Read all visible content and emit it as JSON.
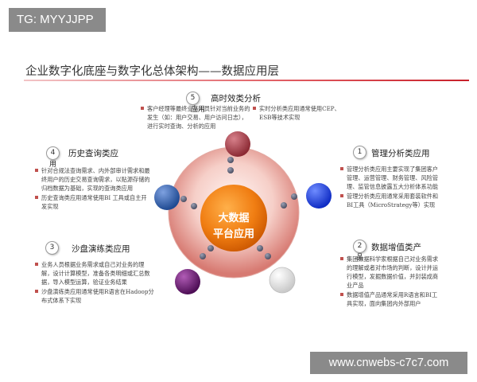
{
  "tag": "TG: MYYJJPP",
  "watermark": "www.cnwebs-c7c7.com",
  "title": "企业数字化底座与数字化总体架构——数据应用层",
  "center": {
    "line1": "大数据",
    "line2": "平台应用"
  },
  "sections": {
    "realtime": {
      "num": "5",
      "title": "高时效类分析",
      "extra": "应用",
      "left": [
        "客户经理等最终业务人员针对当前业务的发生（如：用户交易、用户访问日志），进行实时查询、分析的应用"
      ],
      "right": [
        "实时分析类应用通常使用CEP、ESB等技术实现"
      ]
    },
    "history": {
      "num": "4",
      "title": "历史查询类应",
      "extra": "用",
      "items": [
        "针对合规法查询需求、内外部审计需求和最终用户的历史交易查询需求，以贴源存储的归档数据为基础，实现的查询类应用",
        "历史查询类应用通常使用BI 工具或自主开发实现"
      ]
    },
    "management": {
      "num": "1",
      "title": "管理分析类应用",
      "items": [
        "管理分析类应用主要实现了集团客户管理、运营管理、财务管理、风险管理、监管信息披露五大分析体系功能",
        "管理分析类应用通常采用套装软件和BI工具（MicroStrategy等）实现"
      ]
    },
    "sandbox": {
      "num": "3",
      "title": "沙盘演练类应用",
      "items": [
        "业务人员根据业务需求或自己对业务的理解，设计计算模型，准备各类明细或汇总数据，导入模型运算，验证业务结果",
        "沙盘演练类应用通常使用R语言在Hadoop分布式体系下实现"
      ]
    },
    "valueadded": {
      "num": "2",
      "title": "数据增值类产",
      "extra": "品",
      "items": [
        "集团数据科学家根据自己对业务需求的理解或者对市场的判断，设计并运行模型，发掘数据价值，并封装成商业产品",
        "数据增值产品通常采用R语言和BI工具实现，面向集团内外部用户"
      ]
    }
  },
  "colors": {
    "accent_red": "#c0504d",
    "center_orange": "#e66a00",
    "node_dark_red": "#a83a42",
    "node_blue": "#2f5fa7",
    "node_bright_blue": "#1c3fd6",
    "node_purple": "#6a1a70",
    "node_light_gray": "#e8e8e8"
  }
}
